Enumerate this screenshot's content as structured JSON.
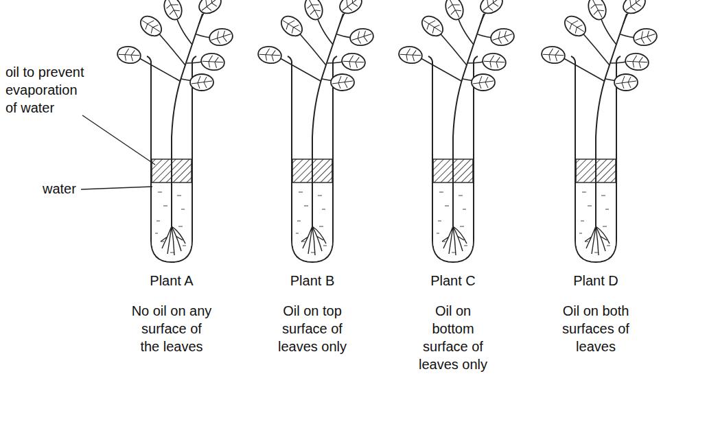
{
  "diagram": {
    "labels": [
      "oil to prevent evaporation of water",
      "water",
      "Plant A",
      "No oil on any surface of the leaves",
      "Plant B",
      "Oil on top surface of leaves only",
      "Plant C",
      "Oil on bottom surface of leaves only",
      "Plant D",
      "Oil on both surfaces of leaves"
    ]
  }
}
